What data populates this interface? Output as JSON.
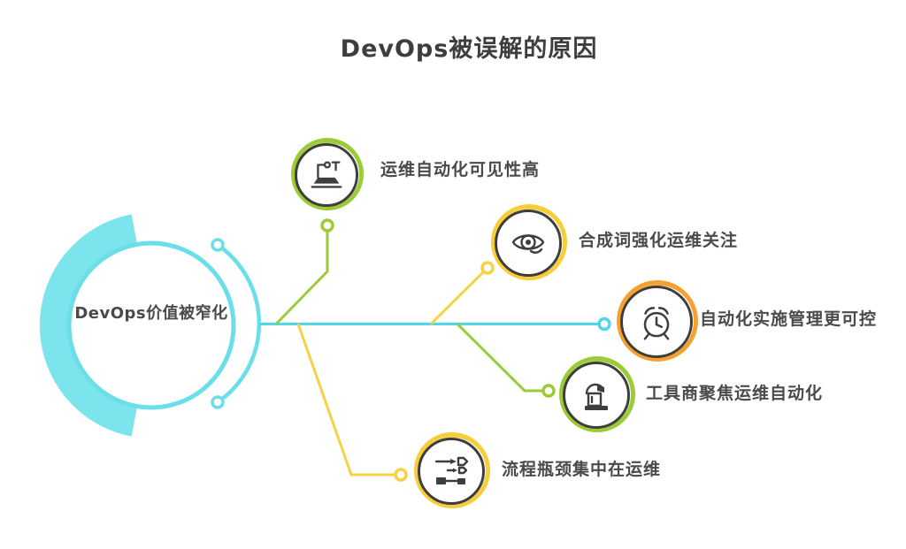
{
  "title": "DevOps被误解的原因",
  "center": {
    "label": "DevOps价值被窄化"
  },
  "branches": [
    {
      "label": "运维自动化可见性高",
      "icon": "production-line-icon",
      "ring_color": "#9bcb37",
      "line_color": "#9bcb37"
    },
    {
      "label": "合成词强化运维关注",
      "icon": "eye-icon",
      "ring_color": "#f5ce3a",
      "line_color": "#f6d344"
    },
    {
      "label": "自动化实施管理更可控",
      "icon": "alarm-clock-icon",
      "ring_color": "#f4a12f",
      "line_color": "#4fd6e7"
    },
    {
      "label": "工具商聚焦运维自动化",
      "icon": "industrial-machine-icon",
      "ring_color": "#9bcb37",
      "line_color": "#9bcb37"
    },
    {
      "label": "流程瓶颈集中在运维",
      "icon": "flowchart-icon",
      "ring_color": "#f5ce3a",
      "line_color": "#f6d344"
    }
  ],
  "colors": {
    "cyan_fill": "#7ce4ec",
    "cyan_line": "#4fd6e7",
    "green": "#9bcb37",
    "yellow": "#f5ce3a",
    "orange": "#f4a12f",
    "icon_dark": "#3e3e3e",
    "text": "#4a4a4a",
    "background": "#ffffff"
  }
}
